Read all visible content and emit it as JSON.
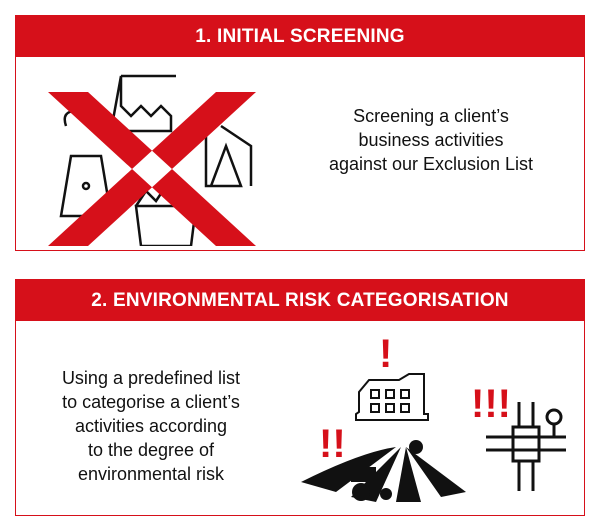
{
  "sections": [
    {
      "title": "1. INITIAL SCREENING",
      "description": [
        "Screening a client’s",
        "business activities",
        "against our Exclusion List"
      ]
    },
    {
      "title": "2. ENVIRONMENTAL RISK CATEGORISATION",
      "description": [
        "Using a predefined list",
        "to categorise a client’s",
        "activities according",
        "to the  degree of",
        "environmental risk"
      ],
      "risk_marks": {
        "low": "!",
        "medium": "!!",
        "high": "!!!"
      }
    }
  ],
  "colors": {
    "accent": "#d6101a"
  }
}
